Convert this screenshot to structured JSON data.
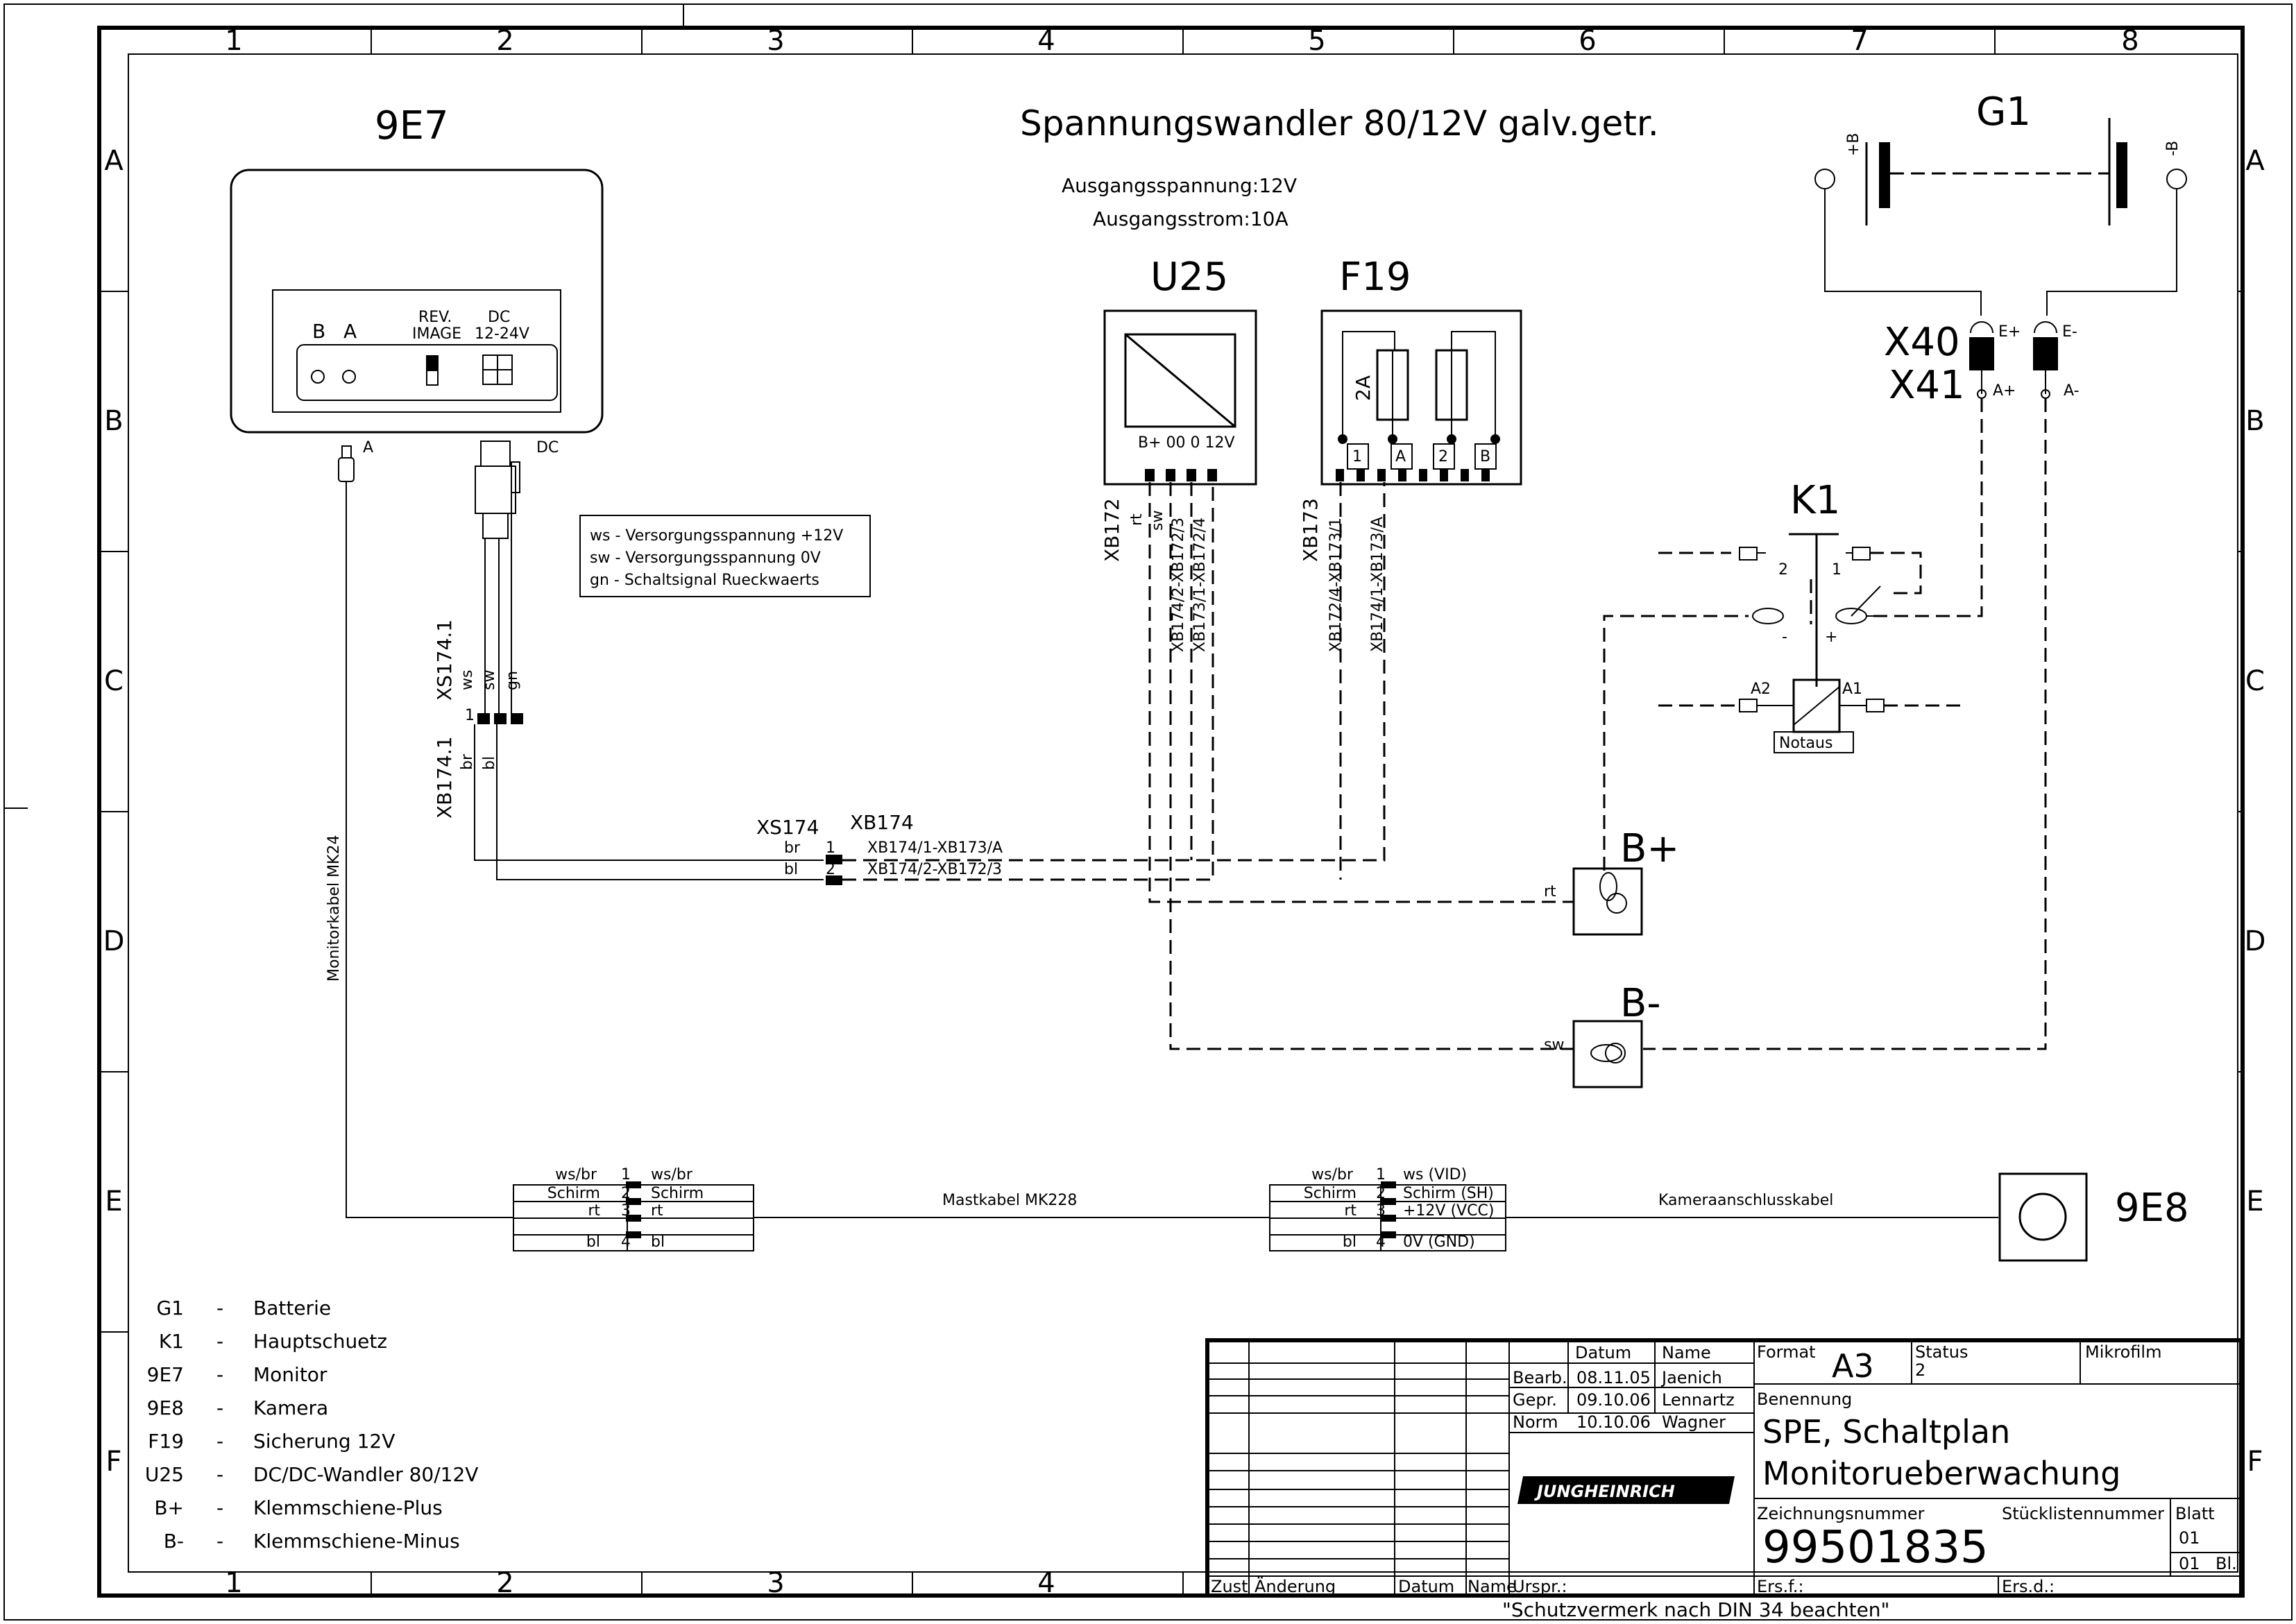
{
  "title": "Spannungswandler 80/12V galv.getr.",
  "specs": [
    "Ausgangsspannung:12V",
    "Ausgangsstrom:10A"
  ],
  "grid": {
    "cols": [
      "1",
      "2",
      "3",
      "4",
      "5",
      "6",
      "7",
      "8"
    ],
    "rows": [
      "A",
      "B",
      "C",
      "D",
      "E",
      "F"
    ]
  },
  "monitor": {
    "id": "9E7",
    "terminal_b": "B",
    "terminal_a": "A",
    "rev_label": [
      "REV.",
      "IMAGE"
    ],
    "dc_label": [
      "DC",
      "12-24V"
    ],
    "plug_a": "A",
    "plug_dc": "DC"
  },
  "legend_box": [
    "ws - Versorgungsspannung +12V",
    "sw - Versorgungsspannung   0V",
    "gn - Schaltsignal Rueckwaerts"
  ],
  "converter": {
    "id": "U25",
    "pins": "B+ 00  0  12V",
    "conn": "XB172",
    "wire_rt": "rt",
    "wire_sw": "sw",
    "route1": "XB174/2-XB172/3",
    "route2": "XB173/1-XB172/4"
  },
  "fuse": {
    "id": "F19",
    "rating": "2A",
    "pin1": "1",
    "pinA": "A",
    "pin2": "2",
    "pinB": "B",
    "conn": "XB173",
    "route1": "XB172/4-XB173/1",
    "route2": "XB174/1-XB173/A"
  },
  "battery": {
    "id": "G1",
    "plus": "+B",
    "minus": "-B"
  },
  "battery_conn": {
    "x40": "X40",
    "x41": "X41",
    "e_plus": "E+",
    "e_minus": "E-",
    "a_plus": "A+",
    "a_minus": "A-"
  },
  "contactor": {
    "id": "K1",
    "pin2": "2",
    "pin1": "1",
    "minus": "-",
    "plus": "+",
    "a2": "A2",
    "a1": "A1",
    "notaus": "Notaus"
  },
  "bus_plus": {
    "id": "B+",
    "wire": "rt"
  },
  "bus_minus": {
    "id": "B-",
    "wire": "sw"
  },
  "xs1741": {
    "labels": [
      "XS174.1",
      "XB174.1"
    ],
    "wires_top": [
      "ws",
      "sw",
      "gn"
    ],
    "wires_bottom": [
      "br",
      "bl"
    ],
    "pin1": "1"
  },
  "xs174": {
    "labels": [
      "XS174",
      "XB174"
    ],
    "rows": [
      {
        "wire": "br",
        "pin": "1",
        "route": "XB174/1-XB173/A"
      },
      {
        "wire": "bl",
        "pin": "2",
        "route": "XB174/2-XB172/3"
      }
    ]
  },
  "monitor_cable": "Monitorkabel MK24",
  "mast_cable": "Mastkabel MK228",
  "camera_cable": "Kameraanschlusskabel",
  "camera_id": "9E8",
  "conn_left": {
    "rows": [
      {
        "l": "ws/br",
        "pin": "1",
        "r": "ws/br"
      },
      {
        "l": "Schirm",
        "pin": "2",
        "r": "Schirm"
      },
      {
        "l": "rt",
        "pin": "3",
        "r": "rt"
      },
      {
        "l": "bl",
        "pin": "4",
        "r": "bl"
      }
    ]
  },
  "conn_right": {
    "rows": [
      {
        "l": "ws/br",
        "pin": "1",
        "r": "ws (VID)"
      },
      {
        "l": "Schirm",
        "pin": "2",
        "r": "Schirm (SH)"
      },
      {
        "l": "rt",
        "pin": "3",
        "r": "+12V (VCC)"
      },
      {
        "l": "bl",
        "pin": "4",
        "r": "0V (GND)"
      }
    ]
  },
  "legend": [
    {
      "id": "G1",
      "desc": "Batterie"
    },
    {
      "id": "K1",
      "desc": "Hauptschuetz"
    },
    {
      "id": "9E7",
      "desc": "Monitor"
    },
    {
      "id": "9E8",
      "desc": "Kamera"
    },
    {
      "id": "F19",
      "desc": "Sicherung 12V"
    },
    {
      "id": "U25",
      "desc": "DC/DC-Wandler 80/12V"
    },
    {
      "id": "B+",
      "desc": "Klemmschiene-Plus"
    },
    {
      "id": "B-",
      "desc": "Klemmschiene-Minus"
    }
  ],
  "legend_dash": "-",
  "title_block": {
    "col_datum": "Datum",
    "col_name": "Name",
    "rows": [
      {
        "role": "Bearb.",
        "date": "08.11.05",
        "name": "Jaenich"
      },
      {
        "role": "Gepr.",
        "date": "09.10.06",
        "name": "Lennartz"
      },
      {
        "role": "Norm",
        "date": "10.10.06",
        "name": "Wagner"
      }
    ],
    "format_label": "Format",
    "format_value": "A3",
    "status_label": "Status",
    "status_value": "2",
    "mikrofilm_label": "Mikrofilm",
    "benennung_label": "Benennung",
    "benennung_line1": "SPE, Schaltplan",
    "benennung_line2": "Monitorueberwachung",
    "zeichnungsnummer_label": "Zeichnungsnummer",
    "zeichnungsnummer": "99501835",
    "stuecklisten_label": "Stücklistennummer",
    "blatt_label": "Blatt",
    "blatt_value": "01",
    "blatt_total": "01",
    "blatt_unit": "Bl.",
    "logo_text": "JUNGHEINRICH",
    "zust": "Zust",
    "aenderung": "Änderung",
    "datum": "Datum",
    "name": "Name",
    "urspr": "Urspr.:",
    "ersf": "Ers.f.:",
    "ersd": "Ers.d.:",
    "schutz": "\"Schutzvermerk nach DIN 34 beachten\""
  }
}
